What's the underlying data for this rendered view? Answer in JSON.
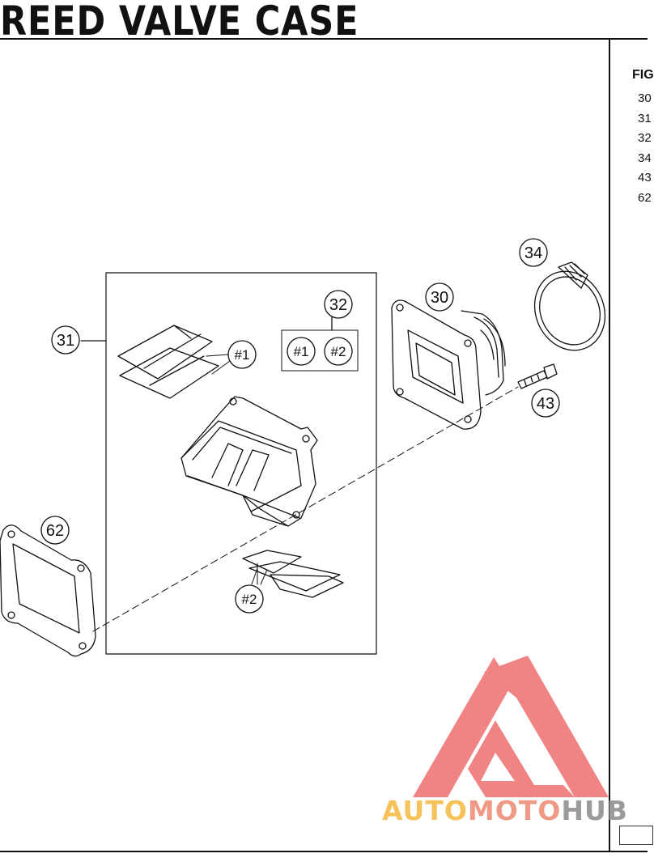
{
  "title": "REED VALVE CASE",
  "figure_header": "FIG",
  "figure_list": [
    "30",
    "31",
    "32",
    "34",
    "43",
    "62"
  ],
  "callouts": {
    "c30": "30",
    "c31": "31",
    "c32": "32",
    "c34": "34",
    "c43": "43",
    "c62": "62",
    "kit32_a": "#1",
    "kit32_b": "#2",
    "petal_1": "#1",
    "petal_2": "#2"
  },
  "watermark": {
    "part1": "AUTO",
    "part2": "MOTO",
    "part3": "HUB"
  },
  "colors": {
    "ink": "#111111",
    "watermark_red": "#ee6f6f",
    "watermark_yellow": "#f6c25a"
  }
}
